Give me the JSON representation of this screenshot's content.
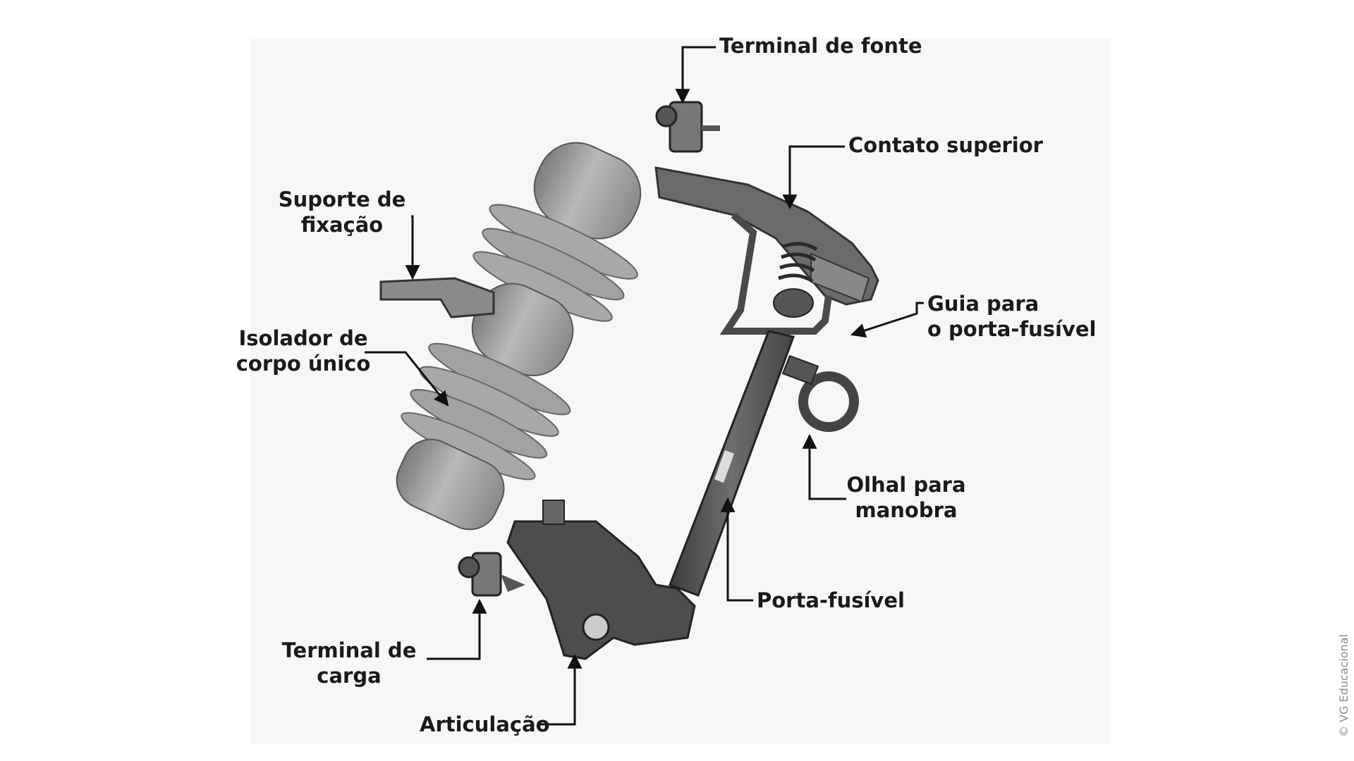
{
  "labels": {
    "terminal_fonte": "Terminal de fonte",
    "contato_superior": "Contato superior",
    "suporte_fixacao": [
      "Suporte de",
      "fixação"
    ],
    "isolador": [
      "Isolador de",
      "corpo único"
    ],
    "guia": [
      "Guia para",
      "o porta-fusível"
    ],
    "olhal": [
      "Olhal para",
      "manobra"
    ],
    "porta_fusivel": "Porta-fusível",
    "terminal_carga": [
      "Terminal de",
      "carga"
    ],
    "articulacao": "Articulação"
  },
  "credit": "© VG Educacional",
  "colors": {
    "label_text": "#1a1a1a",
    "leader_line": "#111111",
    "porcelain": "#9a9a9a",
    "metal": "#5a5a5a",
    "background": "#ffffff"
  }
}
